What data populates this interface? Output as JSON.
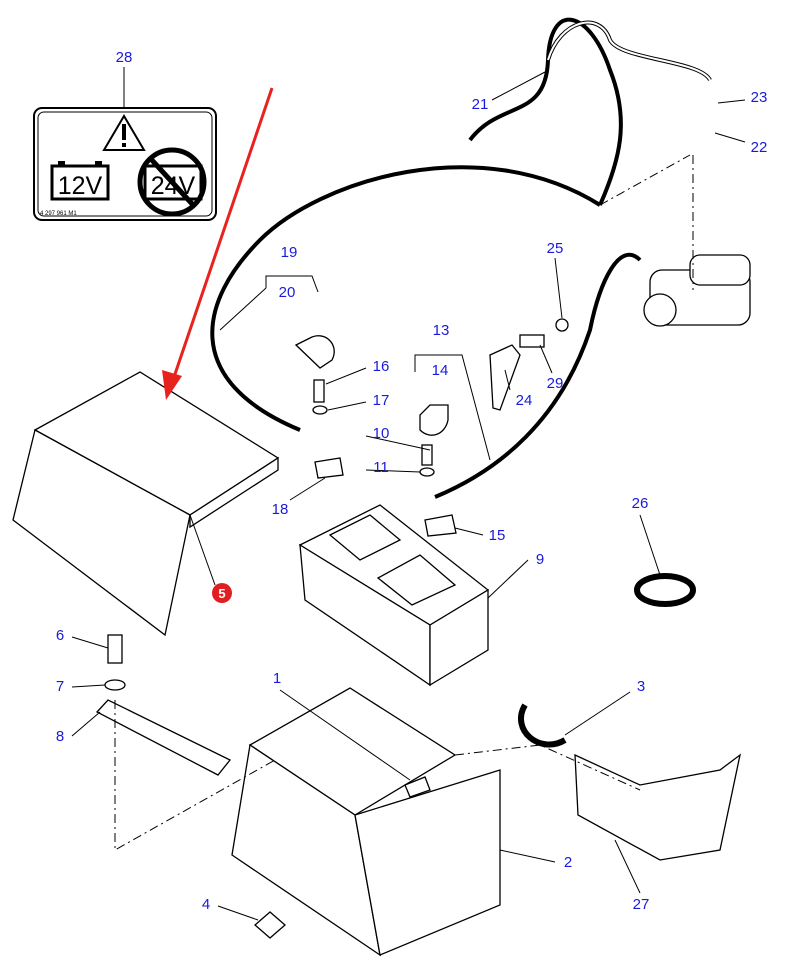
{
  "decal": {
    "text_12v": "12V",
    "text_24v": "24V",
    "part_number": "4 297 961 M1"
  },
  "callouts": [
    {
      "id": "28",
      "label": "28"
    },
    {
      "id": "21",
      "label": "21"
    },
    {
      "id": "23",
      "label": "23"
    },
    {
      "id": "22",
      "label": "22"
    },
    {
      "id": "25",
      "label": "25"
    },
    {
      "id": "19",
      "label": "19"
    },
    {
      "id": "20",
      "label": "20"
    },
    {
      "id": "13",
      "label": "13"
    },
    {
      "id": "14",
      "label": "14"
    },
    {
      "id": "16",
      "label": "16"
    },
    {
      "id": "17",
      "label": "17"
    },
    {
      "id": "24",
      "label": "24"
    },
    {
      "id": "29",
      "label": "29"
    },
    {
      "id": "10",
      "label": "10"
    },
    {
      "id": "11",
      "label": "11"
    },
    {
      "id": "26",
      "label": "26"
    },
    {
      "id": "18",
      "label": "18"
    },
    {
      "id": "15",
      "label": "15"
    },
    {
      "id": "9",
      "label": "9"
    },
    {
      "id": "5",
      "label": "5"
    },
    {
      "id": "6",
      "label": "6"
    },
    {
      "id": "7",
      "label": "7"
    },
    {
      "id": "8",
      "label": "8"
    },
    {
      "id": "1",
      "label": "1"
    },
    {
      "id": "3",
      "label": "3"
    },
    {
      "id": "2",
      "label": "2"
    },
    {
      "id": "27",
      "label": "27"
    },
    {
      "id": "4",
      "label": "4"
    }
  ],
  "colors": {
    "callout": "#1a1adc",
    "highlight_arrow": "#e8231e",
    "highlight_badge": "#e02020"
  }
}
